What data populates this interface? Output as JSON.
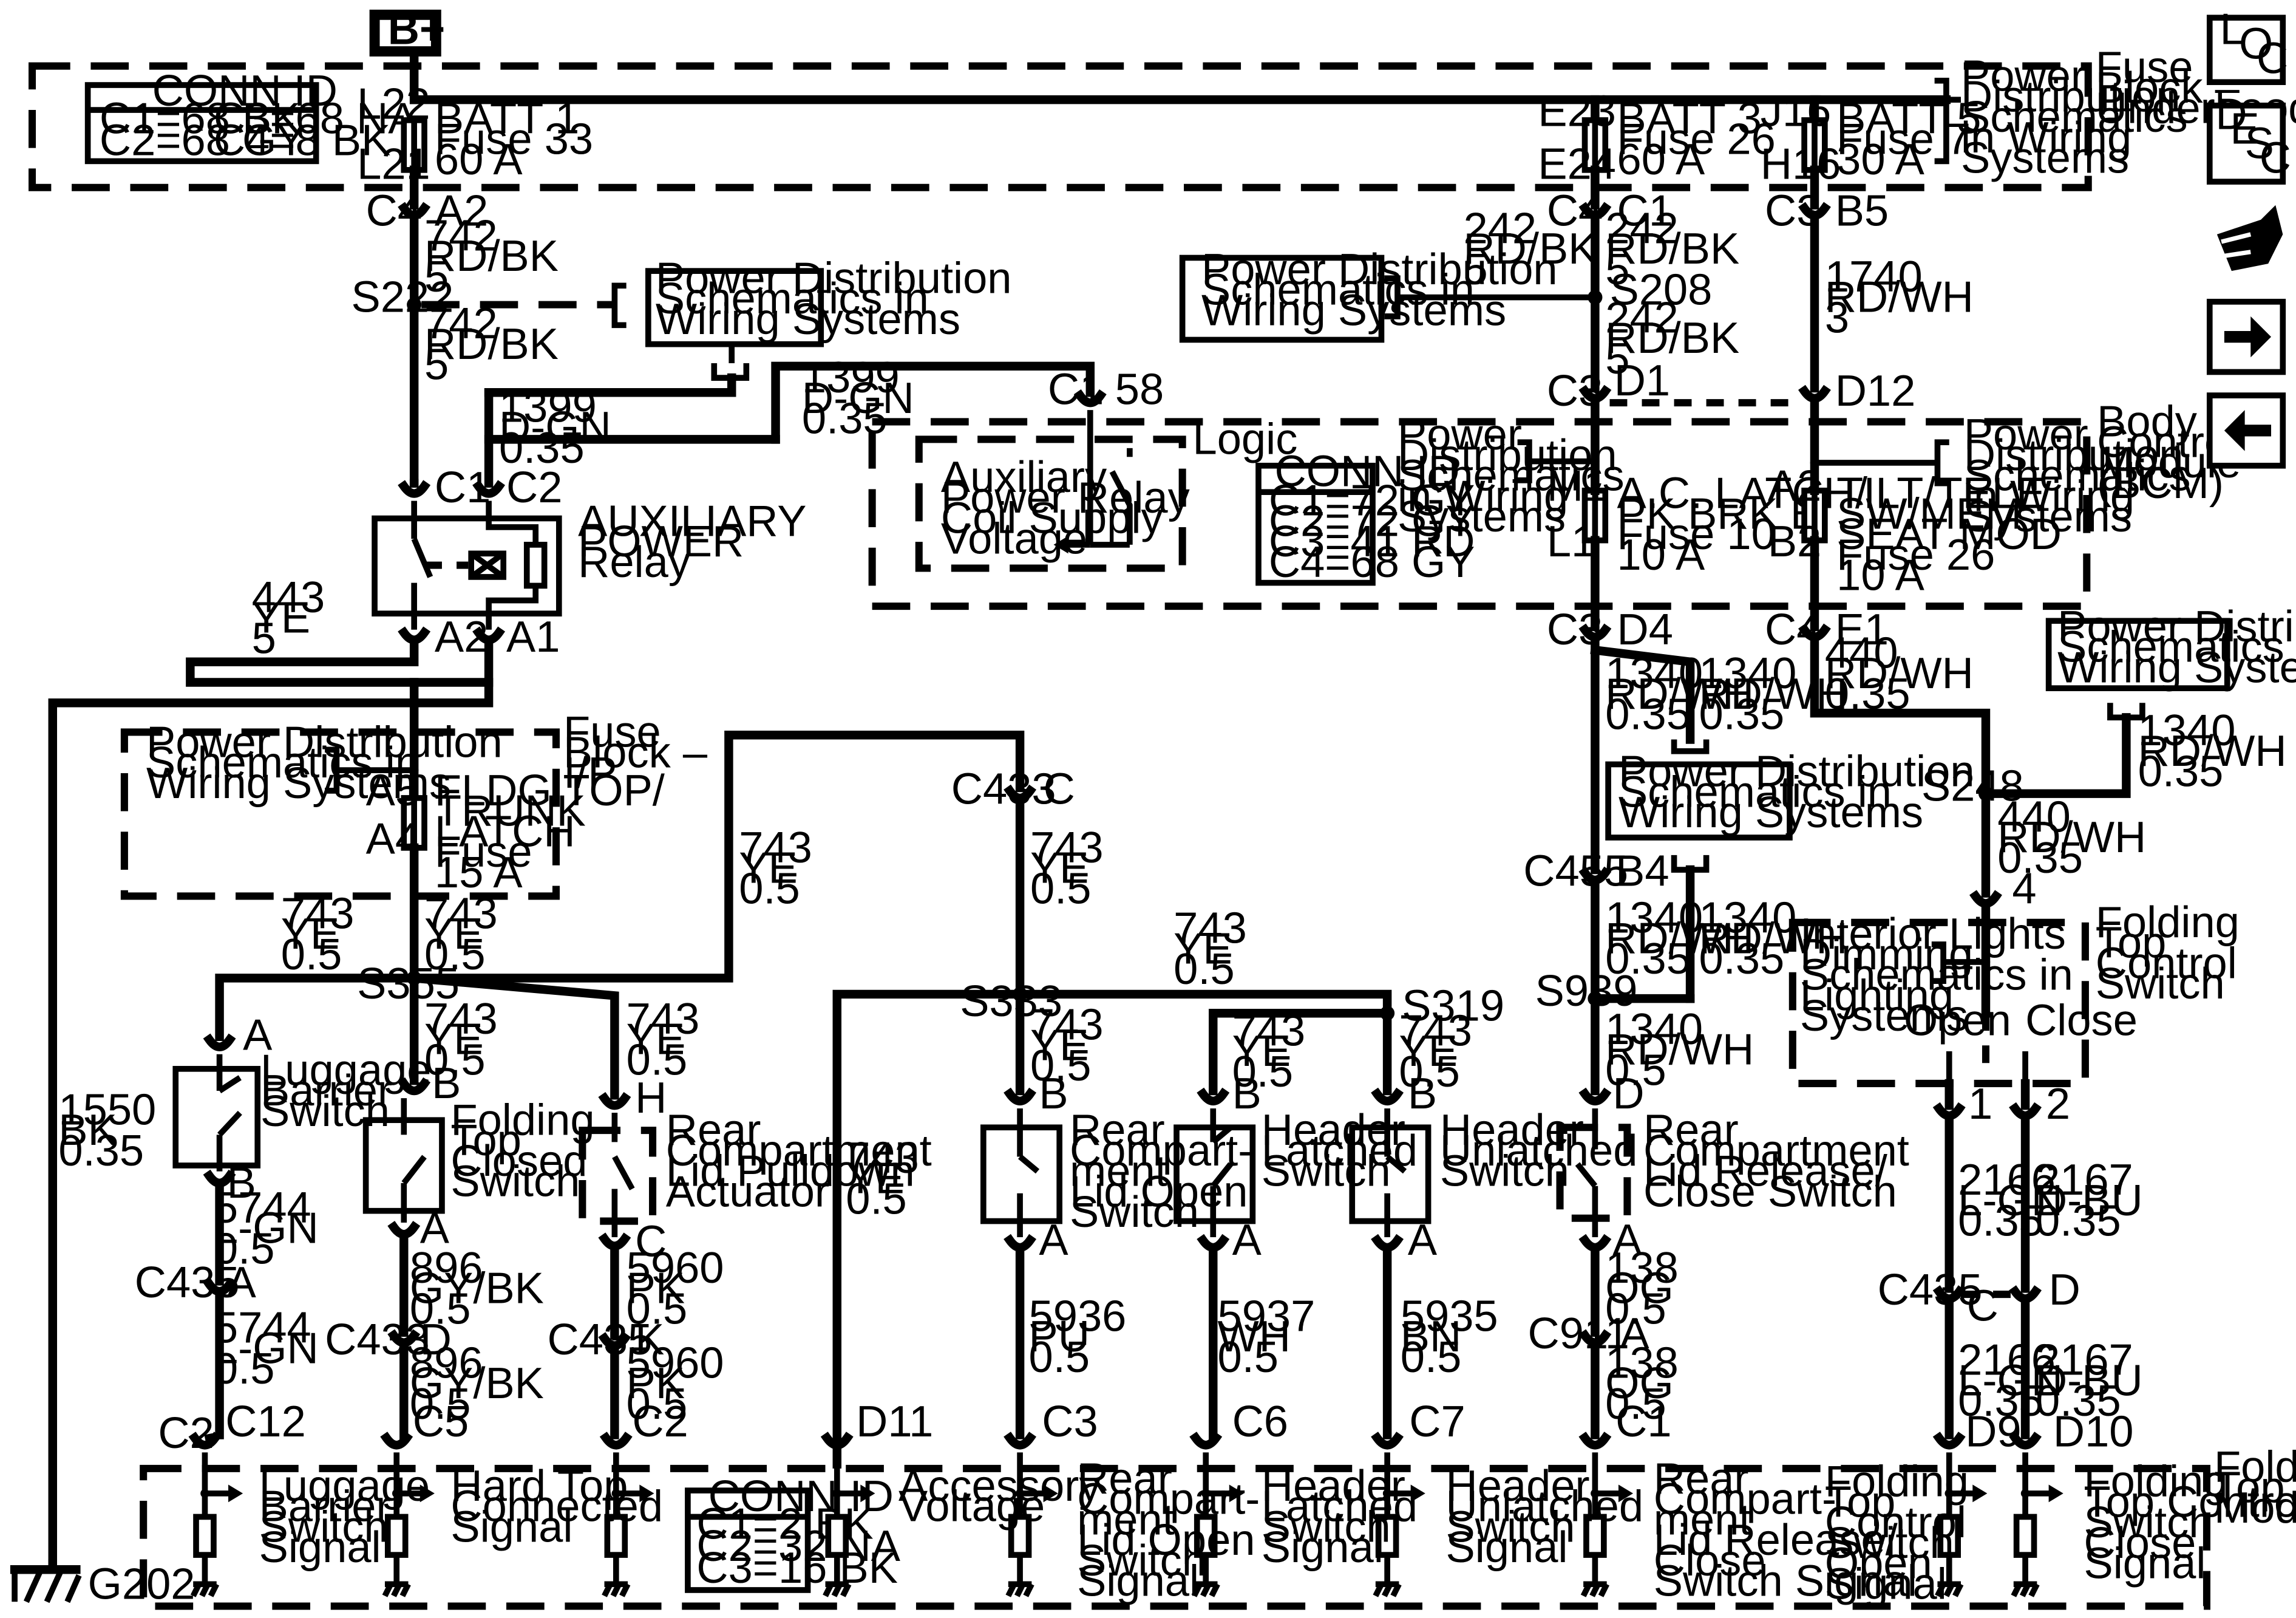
{
  "labels": {
    "bplus": "B+",
    "connid": "CONN ID",
    "fb_c1": "C1=68 BK",
    "fb_c3": "C3=68 NA",
    "fb_c2": "C2=68 GY",
    "fb_c4": "C4=8 BK",
    "fb_title1": "Fuse",
    "fb_title2": "Block –",
    "fb_title3": "Underhood",
    "L22": "L22",
    "L21": "L21",
    "E23": "E23",
    "E24": "E24",
    "J16": "J16",
    "H16": "H16",
    "batt1": "BATT 1",
    "fuse33": "Fuse 33",
    "a60_1": "60 A",
    "batt3": "BATT 3",
    "fuse26a": "Fuse 26",
    "a60_3": "60 A",
    "batt5": "BATT 5",
    "fuse7": "Fuse 7",
    "a30": "30 A",
    "pds": "Power",
    "pds2": "Distribution",
    "pds3": "Schematics",
    "pds4": "in Wiring",
    "pds5": "Systems",
    "pdsA1": "Power Distribution",
    "pdsA2": "Schematics in",
    "pdsA3": "Wiring Systems",
    "C4": "C4",
    "A2": "A2",
    "C1": "C1",
    "C3": "C3",
    "B5": "B5",
    "w742": "742",
    "rdbk": "RD/BK",
    "g5": "5",
    "w242": "242",
    "w1740": "1740",
    "rdwh": "RD/WH",
    "g3": "3",
    "S222": "S222",
    "S208": "S208",
    "D1": "D1",
    "D12": "D12",
    "w1399": "1399",
    "dgn": "D-GN",
    "g035": "0.35",
    "c58": "58",
    "C2": "C2",
    "logic": "Logic",
    "aux1": "Auxiliary",
    "aux2": "Power Relay",
    "aux3": "Coil Supply",
    "aux4": "Voltage",
    "bcm_c1": "C1=72 GY",
    "bcm_c2": "C2=72 GY",
    "bcm_c3": "C3=41 RD",
    "bcm_c4": "C4=68 GY",
    "bcm1": "Body",
    "bcm2": "Control",
    "bcm3": "Module",
    "bcm4": "(BCM)",
    "M1": "M1",
    "L1": "L1",
    "B2": "B2",
    "acl1": "A.C. LATCH/",
    "acl2": "PK BRK B",
    "acl3": "Fuse 10",
    "acl4": "10 A",
    "tt1": "TILT/TELE",
    "tt2": "SW/MEM",
    "tt3": "SEAT MOD",
    "tt4": "Fuse 26",
    "tt5": "10 A",
    "apr1": "AUXILIARY",
    "apr2": "POWER",
    "apr3": "Relay",
    "A1": "A1",
    "w443": "443",
    "ye": "YE",
    "D4": "D4",
    "E1": "E1",
    "w1340": "1340",
    "w440": "440",
    "fbip1": "Fuse",
    "fbip2": "Block –",
    "fbip3": "I/P",
    "A5": "A5",
    "A4": "A4",
    "fl1": "FLDG TOP/",
    "fl2": "TRUNK",
    "fl3": "LATCH",
    "fl4": "Fuse",
    "fl5": "15 A",
    "w743": "743",
    "g05": "0.5",
    "C433": "C433",
    "Cc": "C",
    "C455": "C455",
    "B4": "B4",
    "S248": "S248",
    "c4": "4",
    "S355": "S355",
    "S333": "S333",
    "S319": "S319",
    "S939": "S939",
    "w1550": "1550",
    "bkw": "BK",
    "int1": "Interior Lights",
    "int2": "Dimming",
    "int3": "Schematics in",
    "int4": "Lighting",
    "int5": "Systems",
    "open": "Open",
    "close": "Close",
    "ftcs1": "Folding",
    "ftcs2": "Top",
    "ftcs3": "Control",
    "ftcs4": "Switch",
    "A": "A",
    "B": "B",
    "H": "H",
    "D": "D",
    "K": "K",
    "lbs1": "Luggage",
    "lbs2": "Barrier",
    "lbs3": "Switch",
    "ftc1": "Folding",
    "ftc2": "Top",
    "ftc3": "Closed",
    "ftc4": "Switch",
    "rcp1": "Rear",
    "rcp2": "Compartment",
    "rcp3": "Lid Pulldown",
    "rcp4": "Actuator",
    "rco1": "Rear",
    "rco2": "Compart-",
    "rco3": "ment",
    "rco4": "Lid Open",
    "rco5": "Switch",
    "hls1": "Header",
    "hls2": "Latched",
    "hls3": "Switch",
    "hus1": "Header",
    "hus2": "Unlatched",
    "hus3": "Switch",
    "rcr1": "Rear",
    "rcr2": "Compartment",
    "rcr3": "Lid Release/",
    "rcr4": "Close Switch",
    "c1n": "1",
    "c2n": "2",
    "w5744": "5744",
    "lgn": "L-GN",
    "w896": "896",
    "gybk": "GY/BK",
    "w5960": "5960",
    "pk": "PK",
    "w5936": "5936",
    "pu": "PU",
    "w5937": "5937",
    "wh": "WH",
    "w5935": "5935",
    "bn": "BN",
    "w138": "138",
    "og": "OG",
    "w2166": "2166",
    "w2167": "2167",
    "dbu": "D-BU",
    "C435": "C435",
    "C911": "C911",
    "C12": "C12",
    "C5": "C5",
    "D11": "D11",
    "C6": "C6",
    "C7": "C7",
    "D9": "D9",
    "D10": "D10",
    "ftm1": "Folding",
    "ftm2": "Top",
    "ftm3": "Module",
    "ftm_c1": "C1=2 BK",
    "ftm_c2": "C2=32 NA",
    "ftm_c3": "C3=16 BK",
    "s_lb1": "Luggage",
    "s_lb2": "Barrier",
    "s_lb3": "Switch",
    "s_lb4": "Signal",
    "s_ht1": "Hard Top",
    "s_ht2": "Connected",
    "s_ht3": "Signal",
    "s_av1": "Accessory",
    "s_av2": "Voltage",
    "s_ro1": "Rear",
    "s_ro2": "Compart-",
    "s_ro3": "ment",
    "s_ro4": "Lid Open",
    "s_ro5": "Switch",
    "s_ro6": "Signal",
    "s_hl1": "Header",
    "s_hl2": "Latched",
    "s_hl3": "Switch",
    "s_hl4": "Signal",
    "s_hu1": "Header",
    "s_hu2": "Unlatched",
    "s_hu3": "Switch",
    "s_hu4": "Signal",
    "s_rr1": "Rear",
    "s_rr2": "Compart-",
    "s_rr3": "ment",
    "s_rr4": "Lid Release/",
    "s_rr5": "Close",
    "s_rr6": "Switch Signal",
    "s_fo1": "Folding",
    "s_fo2": "Top",
    "s_fo3": "Control",
    "s_fo4": "Switch",
    "s_fo5": "Open",
    "s_fo6": "Signal",
    "s_fc1": "Folding",
    "s_fc2": "Top Control",
    "s_fc3": "Switch",
    "s_fc4": "Close",
    "s_fc5": "Signal",
    "G202": "G202",
    "loc_l": "L",
    "loc_o": "O",
    "loc_c": "C",
    "desc_d": "D",
    "desc_e": "E",
    "desc_s": "S",
    "desc_c": "C"
  }
}
